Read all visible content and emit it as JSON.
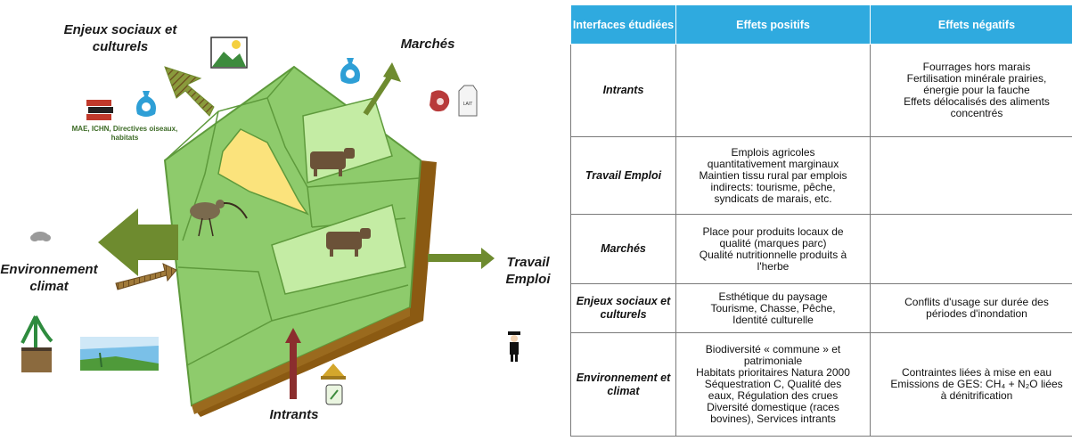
{
  "diagram": {
    "labels": {
      "enjeux": "Enjeux sociaux et culturels",
      "marches": "Marchés",
      "environnement": "Environnement climat",
      "travail": "Travail Emploi",
      "intrants": "Intrants"
    },
    "policy_note": "MAE, ICHN, Directives oiseaux, habitats",
    "milk_label": "LAIT",
    "icons": [
      "landscape-icon",
      "books-icon",
      "money-bag-icon",
      "meat-icon",
      "milk-carton-icon",
      "cloud-icon",
      "soil-plant-icon",
      "wetland-icon",
      "farmer-icon",
      "hay-icon",
      "seed-bag-icon",
      "curlew-bird-icon",
      "cow-icon"
    ],
    "colors": {
      "field_green": "#8ecb6c",
      "field_light": "#c4eca4",
      "field_yellow": "#fbe37c",
      "border_brown": "#8b5a12",
      "arrow_olive": "#6e8b2f",
      "arrow_brown": "#8b2e2e"
    }
  },
  "table": {
    "headers": [
      "Interfaces étudiées",
      "Effets positifs",
      "Effets négatifs"
    ],
    "rows": [
      {
        "interface": "Intrants",
        "positive": [],
        "negative": [
          "Fourrages hors marais",
          "Fertilisation minérale prairies,",
          "énergie pour la fauche",
          "Effets délocalisés des aliments",
          "concentrés"
        ]
      },
      {
        "interface": "Travail Emploi",
        "positive": [
          "Emplois agricoles",
          "quantitativement marginaux",
          "Maintien tissu rural par emplois",
          "indirects: tourisme, pêche,",
          "syndicats de marais, etc."
        ],
        "negative": []
      },
      {
        "interface": "Marchés",
        "positive": [
          "Place pour produits locaux de",
          "qualité (marques parc)",
          "Qualité nutritionnelle produits à",
          "l'herbe"
        ],
        "negative": []
      },
      {
        "interface": "Enjeux sociaux et culturels",
        "positive": [
          "Esthétique du paysage",
          "Tourisme, Chasse, Pêche,",
          "Identité culturelle"
        ],
        "negative": [
          "Conflits d'usage sur durée des",
          "périodes d'inondation"
        ]
      },
      {
        "interface": "Environnement et climat",
        "positive": [
          "Biodiversité « commune » et",
          "patrimoniale",
          "Habitats prioritaires Natura 2000",
          "Séquestration C, Qualité des",
          "eaux, Régulation des crues",
          "Diversité domestique (races",
          "bovines),  Services intrants"
        ],
        "negative": [
          "Contraintes liées à mise en eau",
          "Emissions de GES: CH₄ + N₂O liées",
          "à dénitrification"
        ]
      }
    ]
  }
}
